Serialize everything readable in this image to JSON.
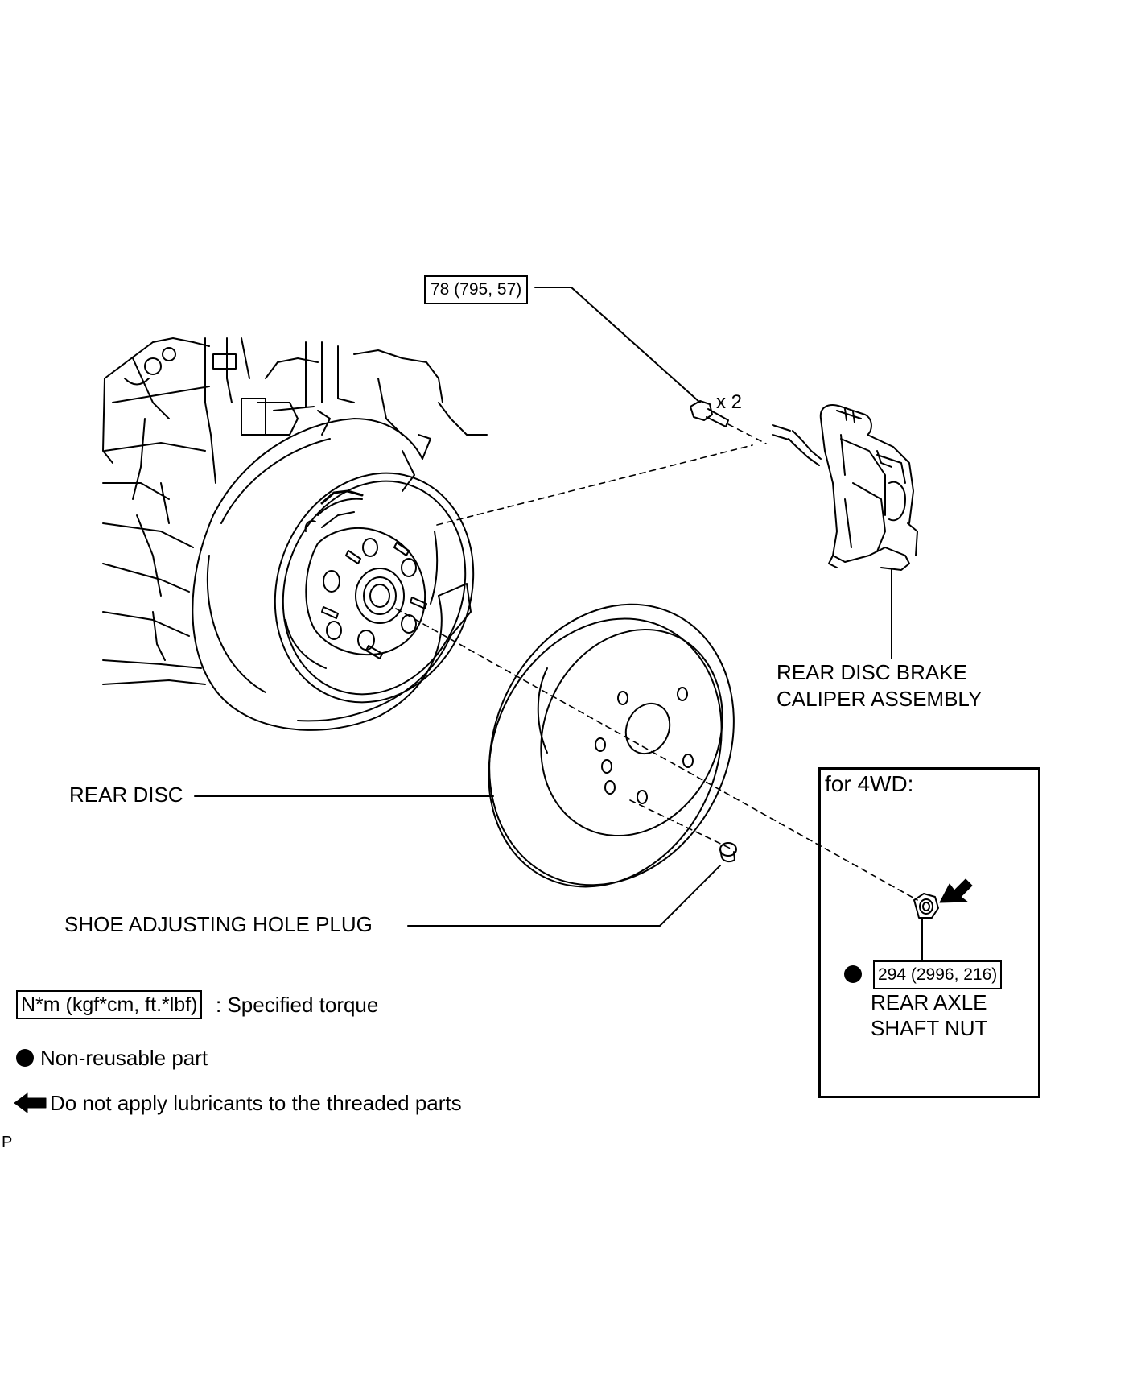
{
  "torque_bolt": "78 (795, 57)",
  "qty_bolt": "x 2",
  "label_caliper_line1": "REAR DISC BRAKE",
  "label_caliper_line2": "CALIPER ASSEMBLY",
  "label_rear_disc": "REAR DISC",
  "label_plug": "SHOE ADJUSTING HOLE PLUG",
  "inset_title": "for 4WD:",
  "torque_nut": "294 (2996, 216)",
  "label_nut_line1": "REAR AXLE",
  "label_nut_line2": "SHAFT NUT",
  "legend": {
    "torque_units": "N*m (kgf*cm, ft.*lbf)",
    "torque_text": ": Specified torque",
    "nonreusable_text": "Non-reusable part",
    "lubricant_text": "Do not apply lubricants to the threaded parts"
  },
  "corner_letter": "P"
}
